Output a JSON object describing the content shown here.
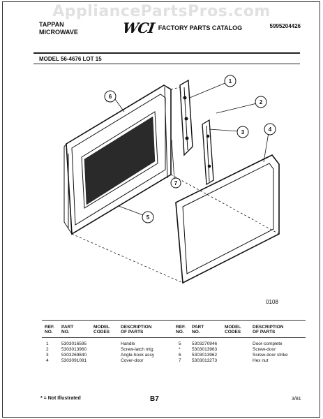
{
  "watermark": "AppliancePartsPros.com",
  "header": {
    "brand_line1": "TAPPAN",
    "brand_line2": "MICROWAVE",
    "logo": "WCI",
    "catalog_title": "FACTORY PARTS CATALOG",
    "catalog_number": "5995204426",
    "model": "MODEL 56-4676 LOT 15"
  },
  "diagram": {
    "callouts": [
      "1",
      "2",
      "3",
      "4",
      "5",
      "6",
      "7"
    ],
    "figure_number": "0108"
  },
  "table": {
    "headers_left": {
      "ref": "REF.\nNO.",
      "part": "PART\nNO.",
      "model": "MODEL\nCODES",
      "desc": "DESCRIPTION\nOF PARTS"
    },
    "headers_right": {
      "ref": "REF.\nNO.",
      "part": "PART\nNO.",
      "model": "MODEL\nCODES",
      "desc": "DESCRIPTION\nOF PARTS"
    },
    "rows_left": [
      {
        "ref": "1",
        "part": "5303016595",
        "desc": "Handle"
      },
      {
        "ref": "2",
        "part": "5303013960",
        "desc": "Screw-latch mtg"
      },
      {
        "ref": "3",
        "part": "5303269840",
        "desc": "Angle-hook assy"
      },
      {
        "ref": "4",
        "part": "5303091081",
        "desc": "Cover-door"
      }
    ],
    "rows_right": [
      {
        "ref": "5",
        "part": "5303270946",
        "desc": "Door-complete"
      },
      {
        "ref": "*",
        "part": "5303013963",
        "desc": "Screw-door"
      },
      {
        "ref": "6",
        "part": "5303013962",
        "desc": "Screw-door strike"
      },
      {
        "ref": "7",
        "part": "5303013273",
        "desc": "Hex nut"
      }
    ]
  },
  "footer": {
    "note": "* = Not Illustrated",
    "page": "B7",
    "date": "3/81"
  }
}
